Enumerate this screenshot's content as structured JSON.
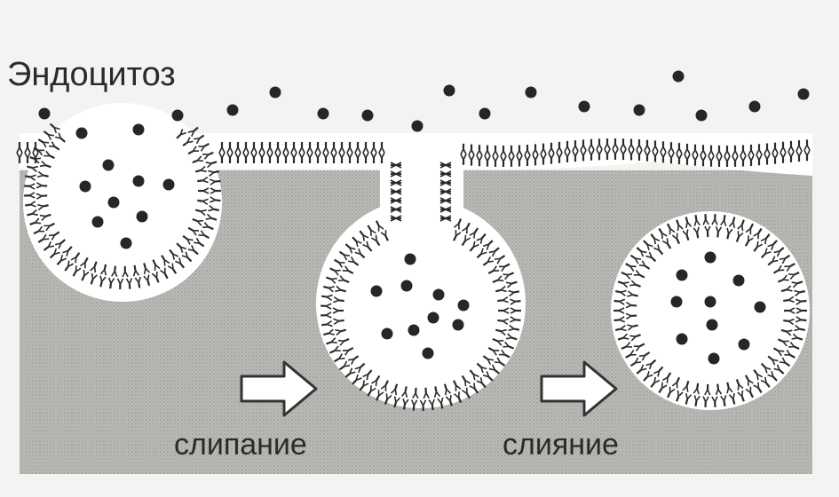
{
  "title": "Эндоцитоз",
  "steps": [
    {
      "label": "слипание"
    },
    {
      "label": "слияние"
    }
  ],
  "colors": {
    "paper": "#f4f3f1",
    "cytoplasm": "#b8b6b2",
    "lipid": "#2b2b2b",
    "particle": "#262626",
    "arrow_fill": "#ffffff",
    "arrow_stroke": "#333333"
  }
}
